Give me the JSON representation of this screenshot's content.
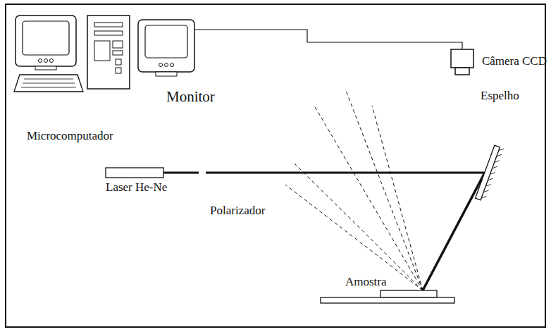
{
  "diagram": {
    "labels": [
      "Câmera CCD",
      "Monitor",
      "Microcomputador",
      "Espelho",
      "Laser He-Ne",
      "Polarizador",
      "Amostra"
    ]
  }
}
